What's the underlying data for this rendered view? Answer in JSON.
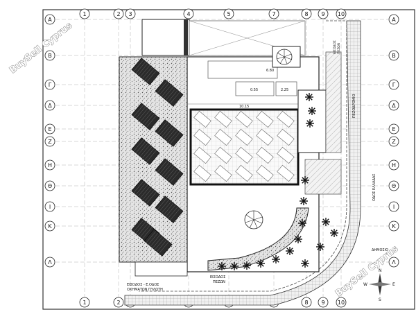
{
  "watermark": "BuySell Cyprus",
  "grid": {
    "columns": [
      "1",
      "2",
      "3",
      "4",
      "5",
      "7",
      "8",
      "9",
      "10"
    ],
    "rows": [
      "A",
      "B",
      "Γ",
      "Δ",
      "E",
      "Z",
      "H",
      "Θ",
      "I",
      "K",
      "Λ"
    ]
  },
  "dimensions": [
    "6.80",
    "0.55",
    "2.25",
    "10.15"
  ],
  "labels": {
    "entrance_vehicles": "ΕΙΣΟΔΟΣ - Ε.ΟΔΟΣ",
    "entrance_vehicles_2": "ΟΧΗΜΑΤΩΝ ΠΥΛΩΤΗ",
    "entrance_pedestrians": "ΕΙΣΟΔΟΣ",
    "entrance_pedestrians_2": "ΠΕΖΩΝ",
    "street_right": "ΟΔΟΣ ΕΛΛΑΔΑΣ",
    "sidewalk": "ΠΕΖΟΔΡΟΜΙΟ",
    "municipal": "ΔΗΜΟΣΙΟ",
    "entrance_top_right": "ΕΙΣΟΔΟΣ",
    "entrance_top_right_2": "ΠΕΖΩΝ"
  },
  "compass": {
    "n": "N",
    "s": "S",
    "e": "E",
    "w": "W"
  },
  "colors": {
    "line": "#1a1a1a",
    "hatch": "#7a7a7a",
    "gravel": "#bdbdbd",
    "panel": "#2b2b2b"
  }
}
